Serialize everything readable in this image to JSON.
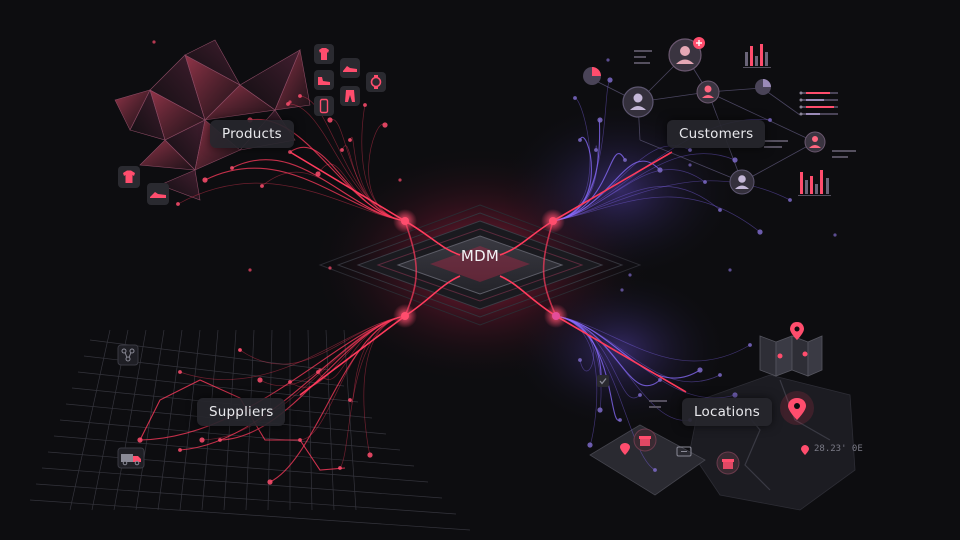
{
  "hub": {
    "label": "MDM"
  },
  "domains": {
    "products": {
      "label": "Products"
    },
    "customers": {
      "label": "Customers"
    },
    "suppliers": {
      "label": "Suppliers"
    },
    "locations": {
      "label": "Locations"
    }
  },
  "locations_panel": {
    "coords": "28.23' 0E"
  },
  "colors": {
    "background": "#0d0d10",
    "accent_red": "#ff3b5c",
    "accent_purple": "#8a6cff",
    "panel": "#26262c"
  },
  "icons": {
    "products": [
      "tshirt-icon",
      "sneaker-icon",
      "watch-icon",
      "phone-icon",
      "pants-icon",
      "shoe-icon"
    ],
    "customers": [
      "user-avatar-icon",
      "pie-chart-icon",
      "bar-chart-icon",
      "plus-badge-icon"
    ],
    "suppliers": [
      "network-icon",
      "truck-icon"
    ],
    "locations": [
      "map-pin-icon",
      "folded-map-icon",
      "store-icon"
    ]
  }
}
